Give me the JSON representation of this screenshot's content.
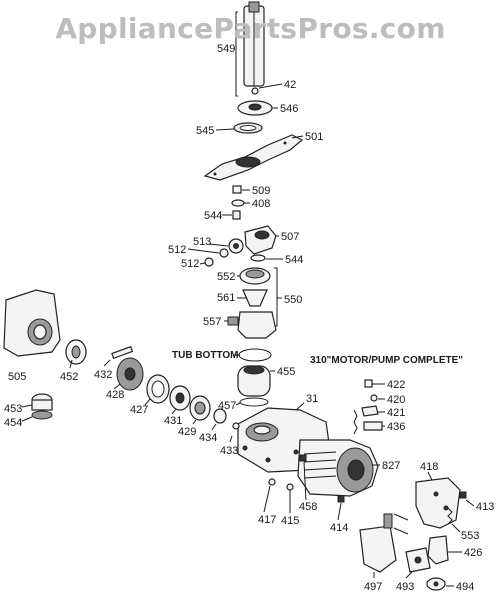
{
  "watermark": "AppliancePartsPros.com",
  "labels": {
    "p549": "549",
    "p42": "42",
    "p546": "546",
    "p545": "545",
    "p501": "501",
    "p509": "509",
    "p408": "408",
    "p544a": "544",
    "p507": "507",
    "p513": "513",
    "p512a": "512",
    "p512b": "512",
    "p544b": "544",
    "p552": "552",
    "p561": "561",
    "p550": "550",
    "p557": "557",
    "tub_bottom": "TUB BOTTOM",
    "p455": "455",
    "motor_pump": "310\"MOTOR/PUMP COMPLETE\"",
    "p422": "422",
    "p420": "420",
    "p421": "421",
    "p436": "436",
    "p505": "505",
    "p452": "452",
    "p432": "432",
    "p428": "428",
    "p427": "427",
    "p431": "431",
    "p429": "429",
    "p434": "434",
    "p433": "433",
    "p457": "457",
    "p31": "31",
    "p827": "827",
    "p418": "418",
    "p413": "413",
    "p553": "553",
    "p453": "453",
    "p454": "454",
    "p417": "417",
    "p415": "415",
    "p458": "458",
    "p414": "414",
    "p426": "426",
    "p497": "497",
    "p493": "493",
    "p494": "494"
  }
}
